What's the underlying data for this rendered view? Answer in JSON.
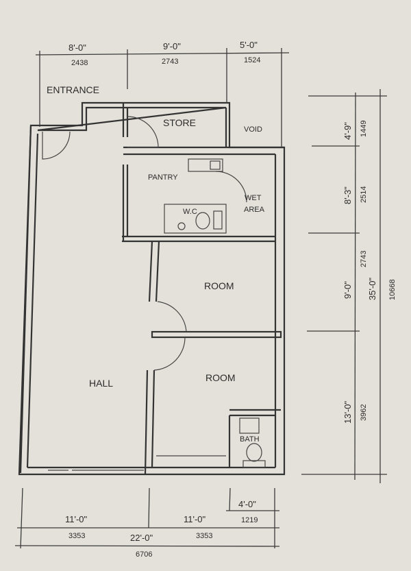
{
  "rooms": {
    "entrance": "ENTRANCE",
    "store": "STORE",
    "void": "VOID",
    "pantry": "PANTRY",
    "wet_area_1": "WET",
    "wet_area_2": "AREA",
    "wc": "W.C",
    "room_1": "ROOM",
    "room_2": "ROOM",
    "hall": "HALL",
    "bath": "BATH"
  },
  "dimensions": {
    "top": [
      {
        "imperial": "8'-0\"",
        "metric": "2438"
      },
      {
        "imperial": "9'-0\"",
        "metric": "2743"
      },
      {
        "imperial": "5'-0\"",
        "metric": "1524"
      }
    ],
    "right": [
      {
        "imperial": "4'-9\"",
        "metric": "1449"
      },
      {
        "imperial": "8'-3\"",
        "metric": "2514"
      },
      {
        "imperial": "9'-0\"",
        "metric": "2743"
      },
      {
        "imperial": "13'-0\"",
        "metric": "3962"
      }
    ],
    "right_total": {
      "imperial": "35'-0\"",
      "metric": "10668"
    },
    "bottom": [
      {
        "imperial": "11'-0\"",
        "metric": "3353"
      },
      {
        "imperial": "11'-0\"",
        "metric": "3353"
      }
    ],
    "bottom_bath": {
      "imperial": "4'-0\"",
      "metric": "1219"
    },
    "bottom_total": {
      "imperial": "22'-0\"",
      "metric": "6706"
    }
  }
}
